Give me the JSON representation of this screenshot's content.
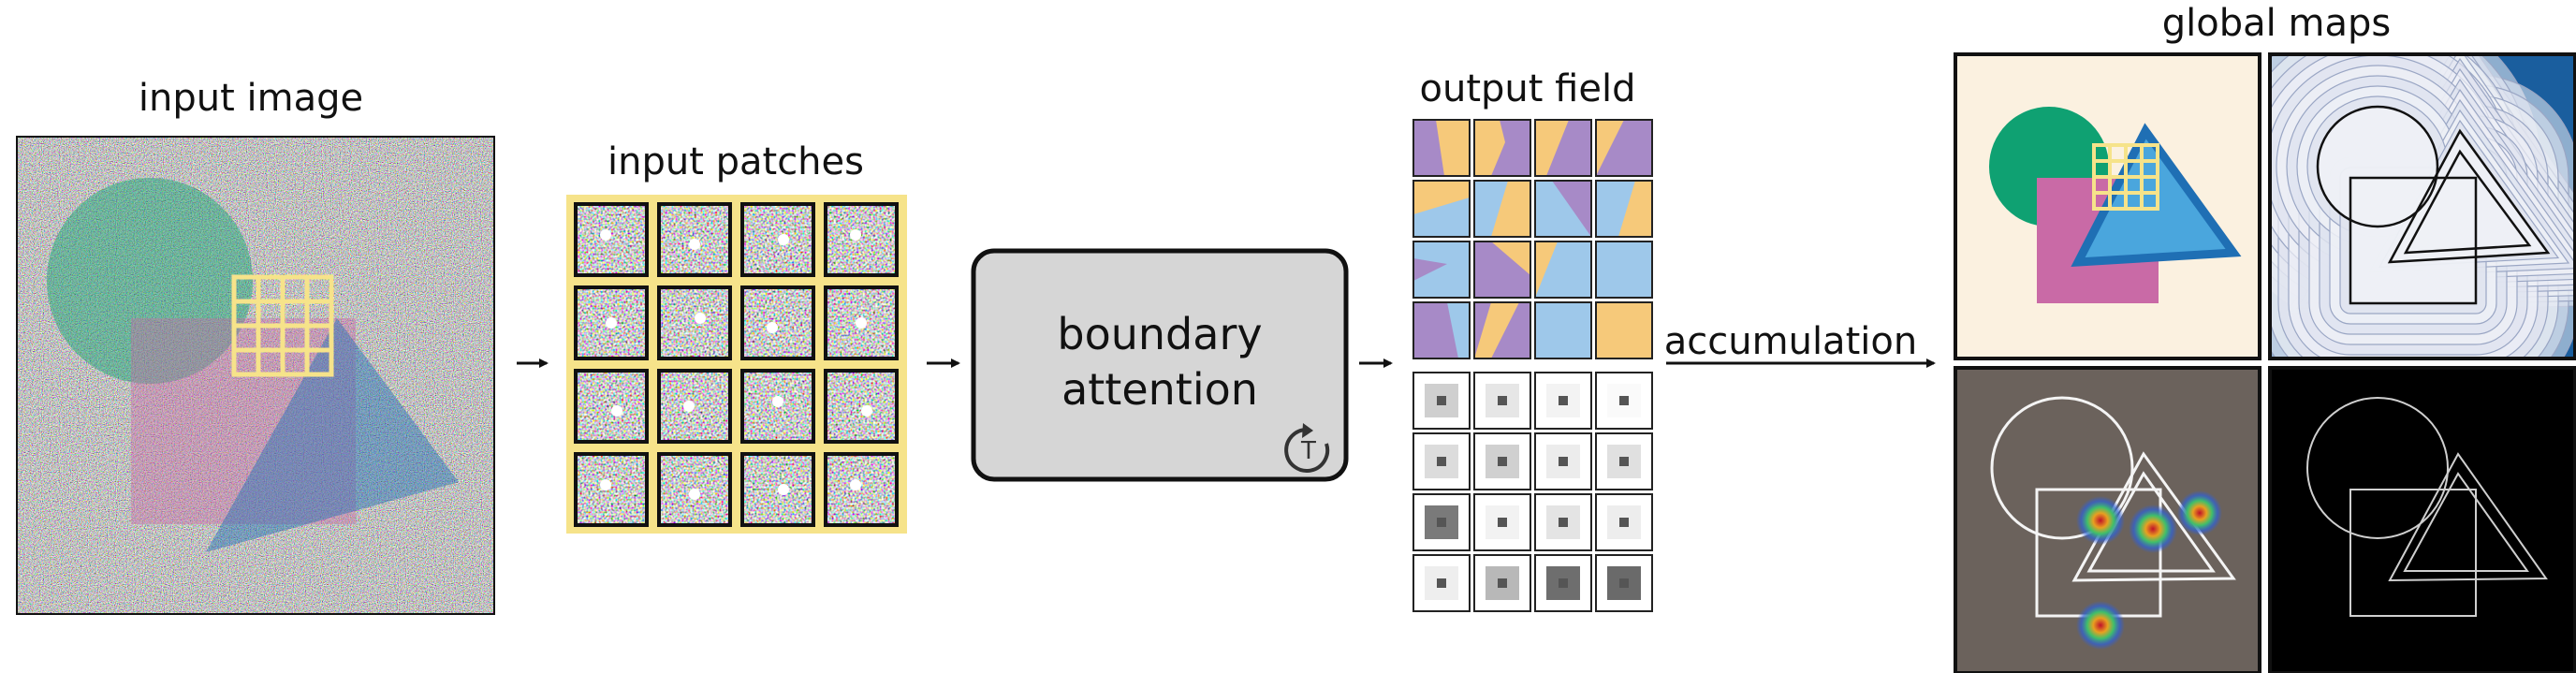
{
  "labels": {
    "input_image": "input image",
    "input_patches": "input patches",
    "boundary_attention_line1": "boundary",
    "boundary_attention_line2": "attention",
    "output_field": "output field",
    "accumulation": "accumulation",
    "global_maps": "global maps",
    "iteration_symbol": "T"
  },
  "colors": {
    "patch_frame": "#f6e38a",
    "shape_green": "#0fa172",
    "shape_pink": "#c96aa6",
    "shape_blue": "#4aa6dd",
    "shape_blue_edge": "#1f6fb4",
    "field_orange": "#f6c97a",
    "field_purple": "#a78ac7",
    "field_blue": "#9ec8ea",
    "map_bg_cream": "#fbf1e0",
    "map_bg_taupe": "#6b625c",
    "box_fill": "#d6d6d6"
  }
}
